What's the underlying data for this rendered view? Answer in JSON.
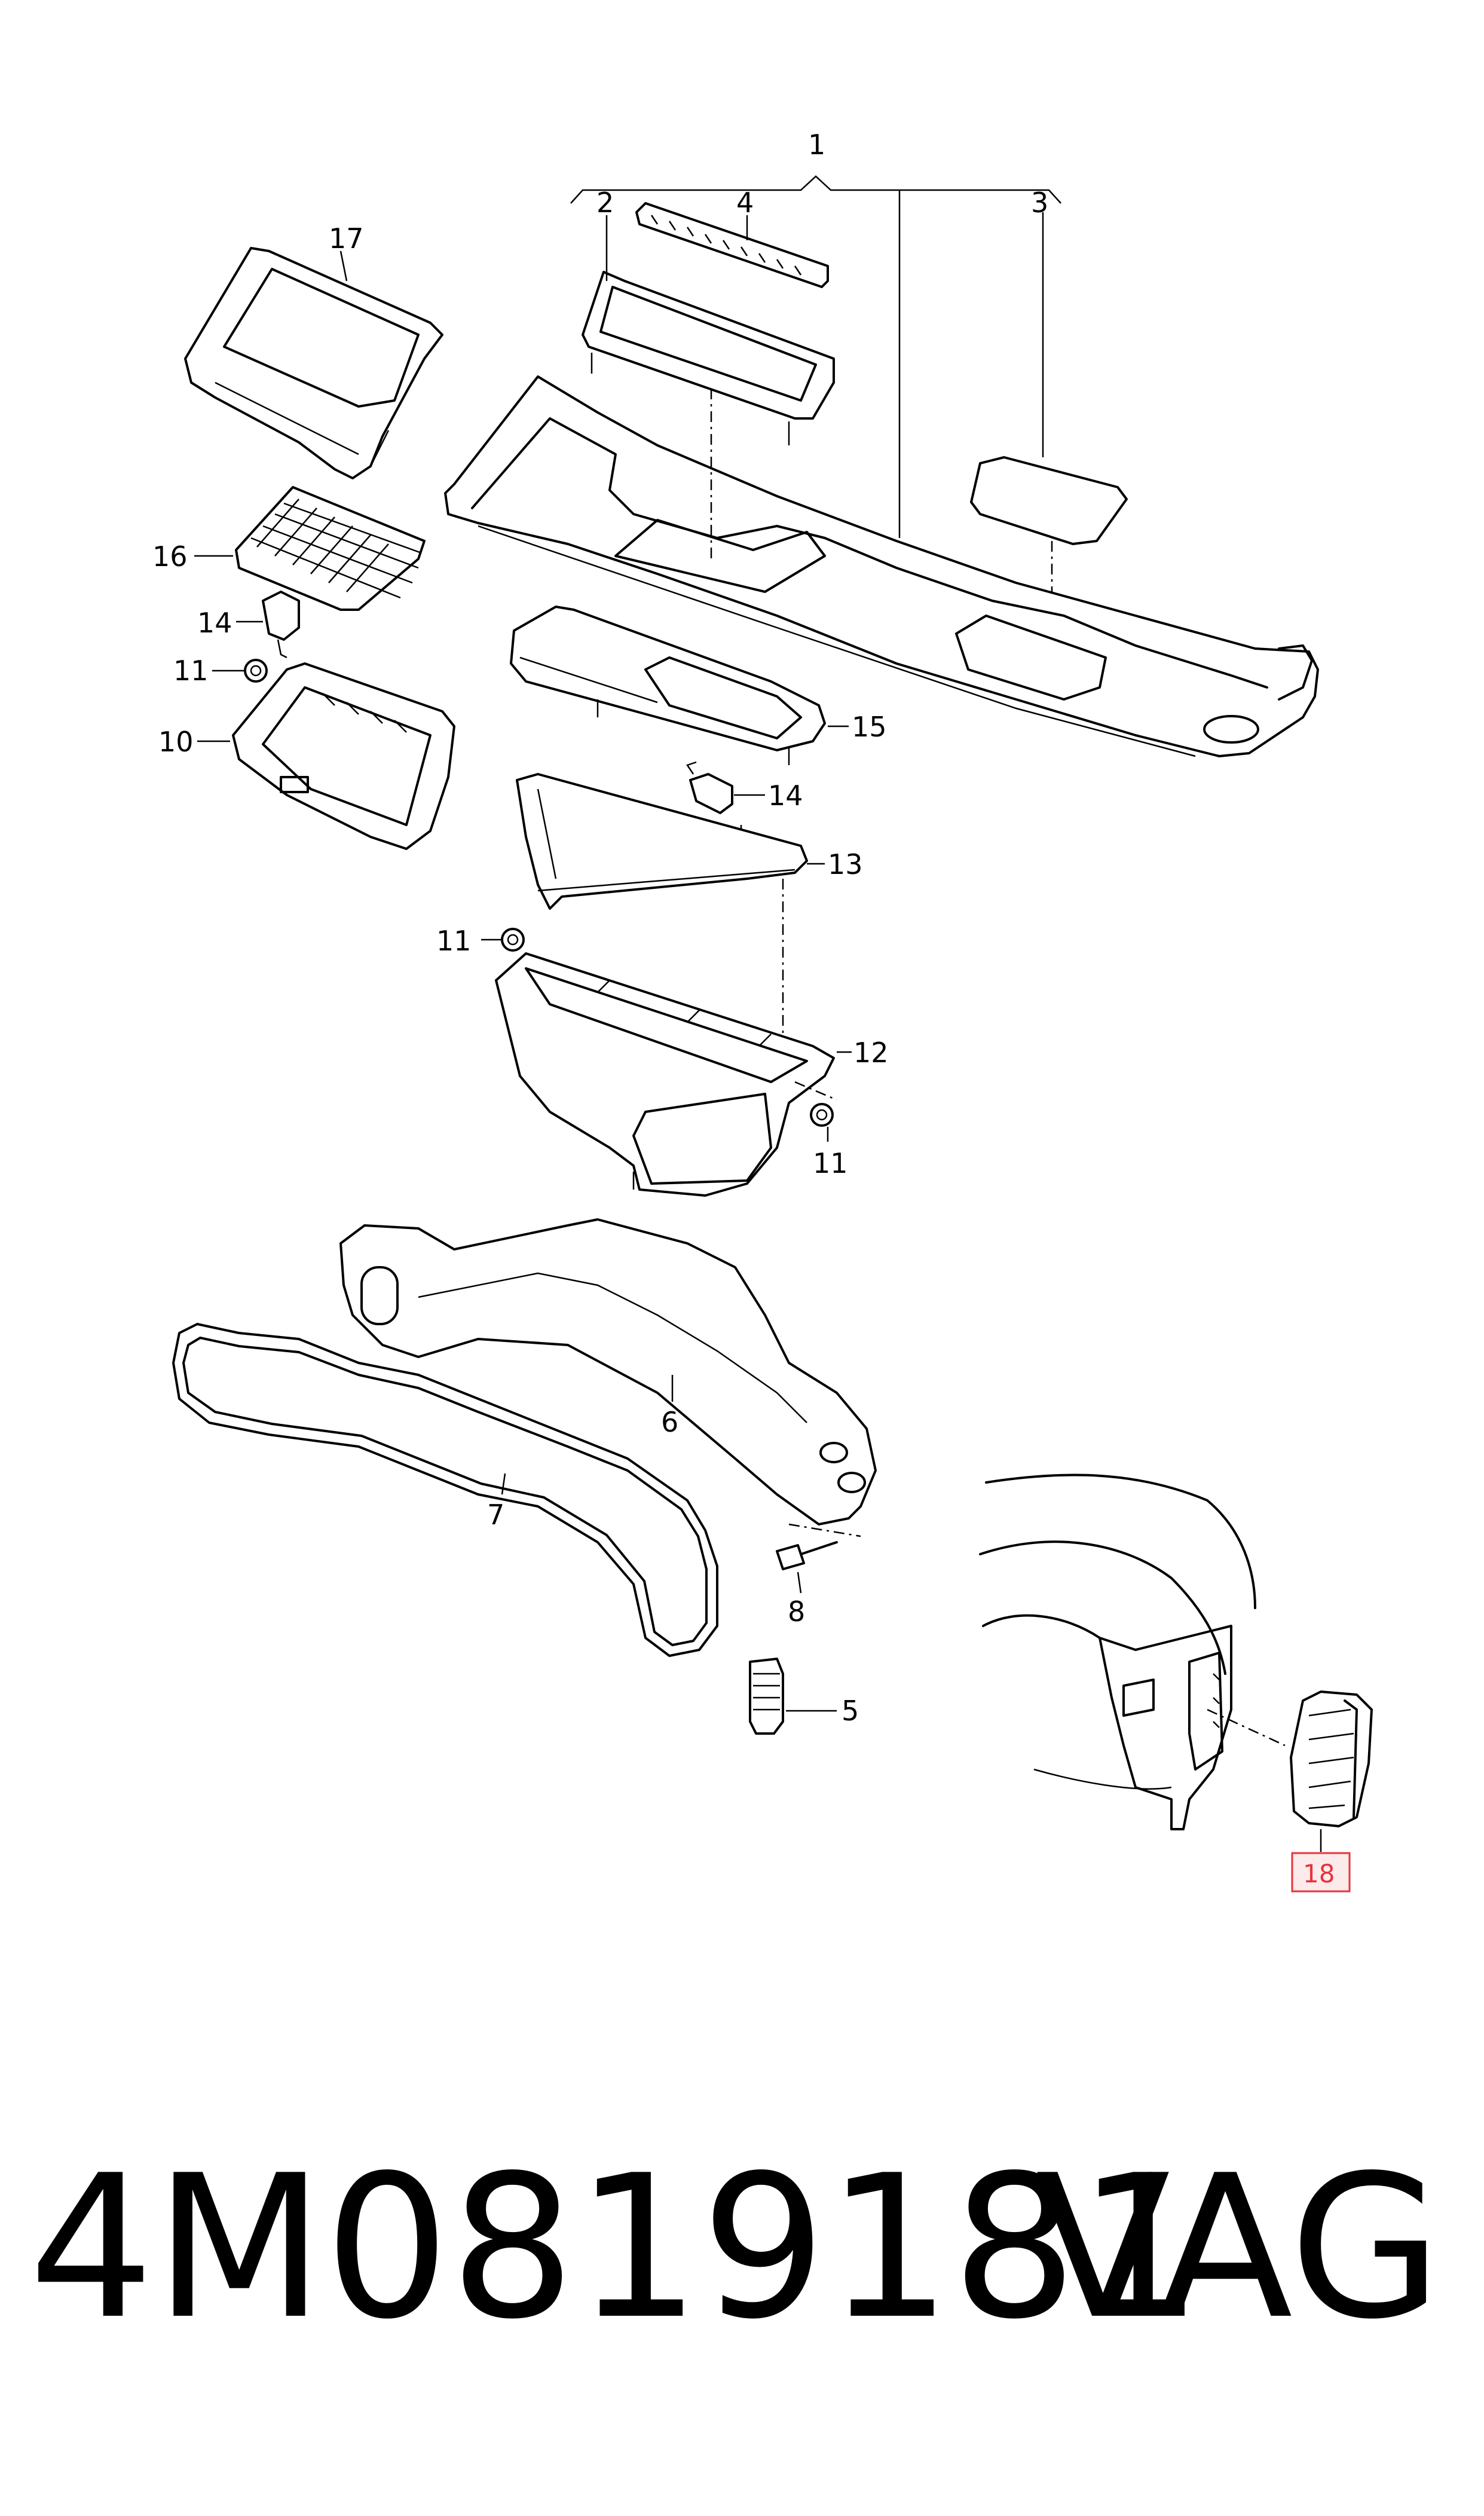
{
  "callouts": {
    "c1": "1",
    "c2": "2",
    "c3": "3",
    "c4": "4",
    "c5": "5",
    "c6": "6",
    "c7": "7",
    "c8": "8",
    "c10": "10",
    "c11a": "11",
    "c11b": "11",
    "c11c": "11",
    "c12": "12",
    "c13": "13",
    "c14a": "14",
    "c14b": "14",
    "c15": "15",
    "c16": "16",
    "c17": "17",
    "c18": "18"
  },
  "highlight": {
    "callout": "18",
    "color": "#e8323c"
  },
  "caption": {
    "part_number": "4M0819181",
    "brand": "VAG"
  }
}
